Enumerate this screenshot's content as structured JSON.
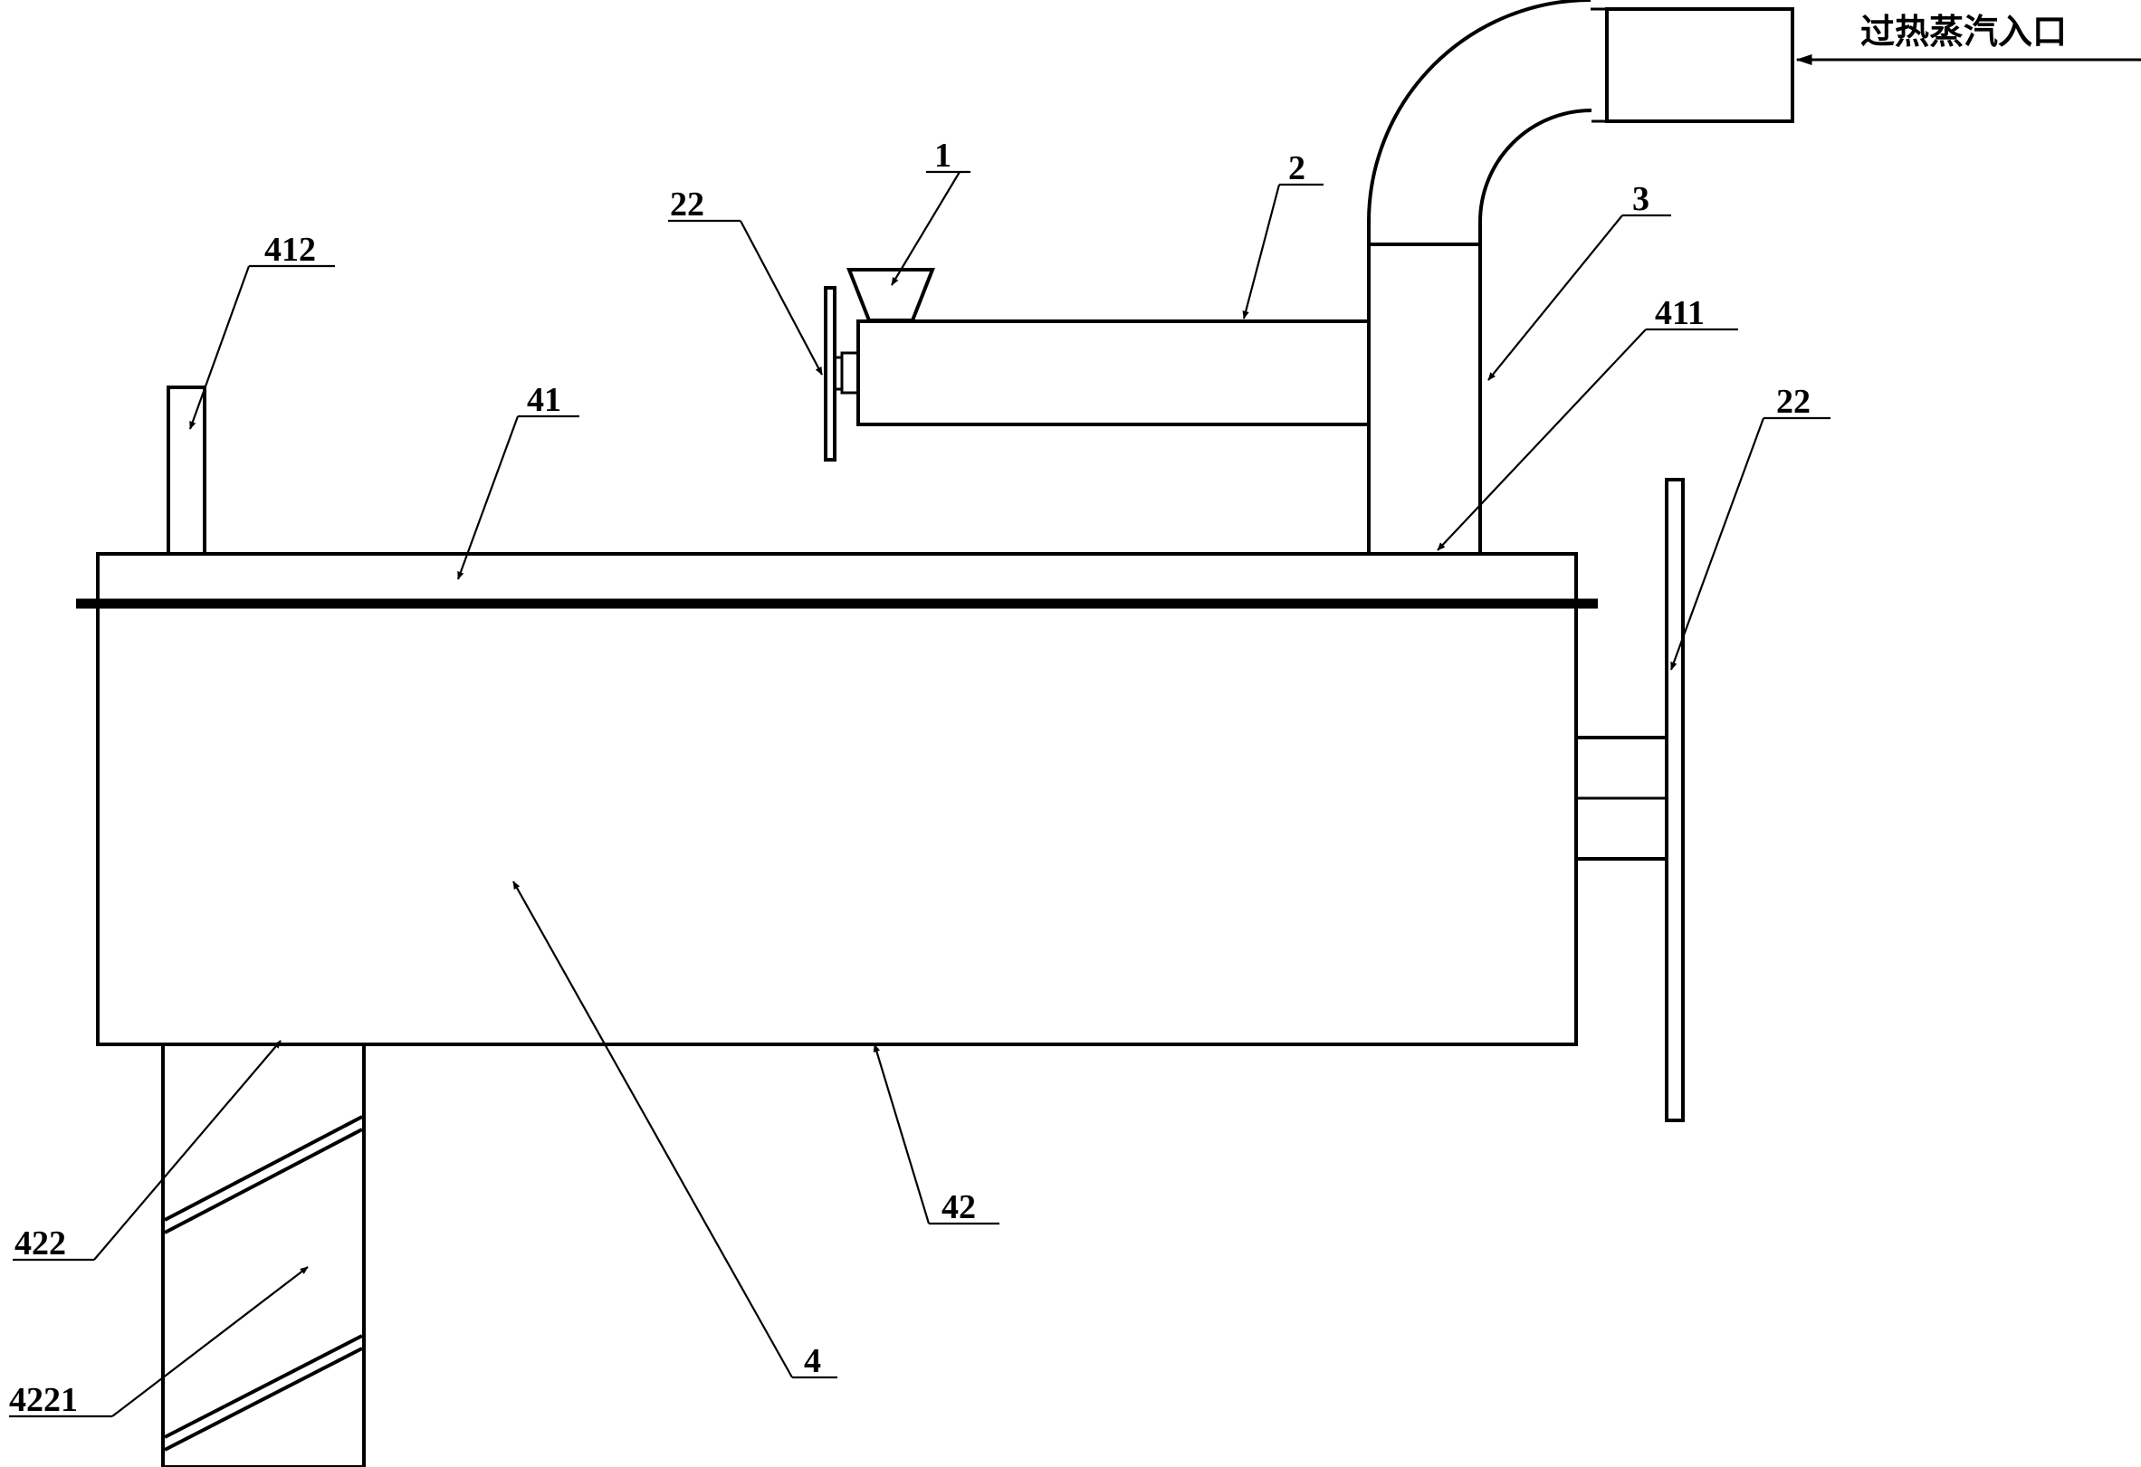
{
  "inlet_label": "过热蒸汽入口",
  "labels": {
    "hopper": "1",
    "feed_tube": "2",
    "steam_pipe": "3",
    "main_body": "4",
    "top_section": "41",
    "bottom_section": "42",
    "handwheel_left": "22",
    "handwheel_right": "22",
    "outlet_pipe": "412",
    "top_inlet": "411",
    "discharge_chute": "422",
    "spiral_blade": "4221"
  }
}
